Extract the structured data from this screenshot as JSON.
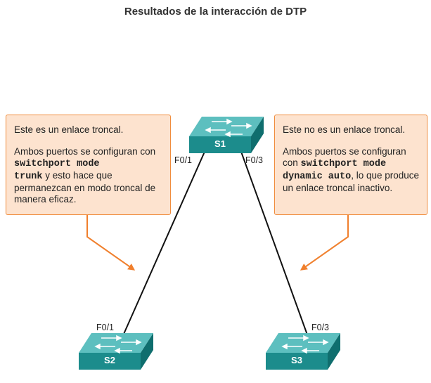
{
  "title": "Resultados de la interacción de DTP",
  "switches": {
    "s1": "S1",
    "s2": "S2",
    "s3": "S3"
  },
  "ports": {
    "s1_left": "F0/1",
    "s1_right": "F0/3",
    "s2": "F0/1",
    "s3": "F0/3"
  },
  "callout_left": {
    "line1": "Este es un enlace troncal.",
    "text_a": "Ambos puertos se configuran con ",
    "cmd1": "switchport mode",
    "cmd2": "trunk",
    "text_b": " y esto hace que permanezcan en modo troncal de manera eficaz."
  },
  "callout_right": {
    "line1": "Este no es un enlace troncal.",
    "text_a": "Ambos puertos se configuran con ",
    "cmd1": "switchport mode",
    "cmd2": "dynamic auto",
    "text_b": ", lo que produce un enlace troncal inactivo."
  },
  "colors": {
    "switch_teal": "#1c8c8c",
    "callout_fill": "#fde3cf",
    "callout_border": "#f08c3c",
    "arrow": "#f07f2c"
  }
}
